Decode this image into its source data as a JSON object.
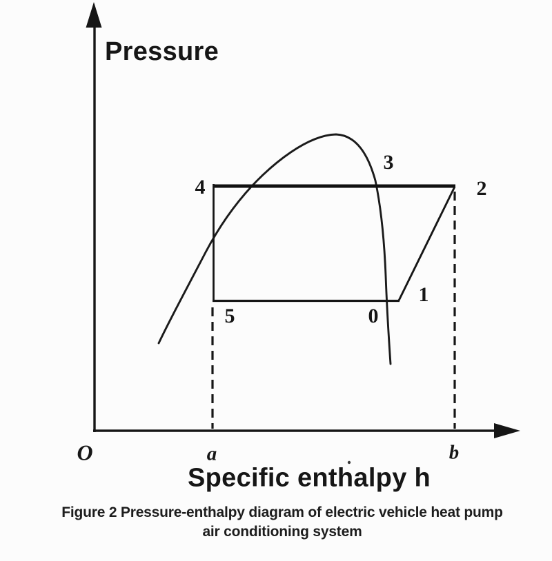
{
  "figure": {
    "y_axis_label": "Pressure",
    "x_axis_label": "Specific enthalpy h",
    "origin_label": "O",
    "x_marks": {
      "a": "a",
      "b": "b"
    },
    "cycle_points": {
      "p0": "0",
      "p1": "1",
      "p2": "2",
      "p3": "3",
      "p4": "4",
      "p5": "5"
    },
    "caption": {
      "line1": "Figure 2 Pressure-enthalpy diagram of electric vehicle heat pump",
      "line2": "air conditioning system"
    },
    "colors": {
      "ink": "#161616",
      "background": "#fcfcfc"
    }
  }
}
